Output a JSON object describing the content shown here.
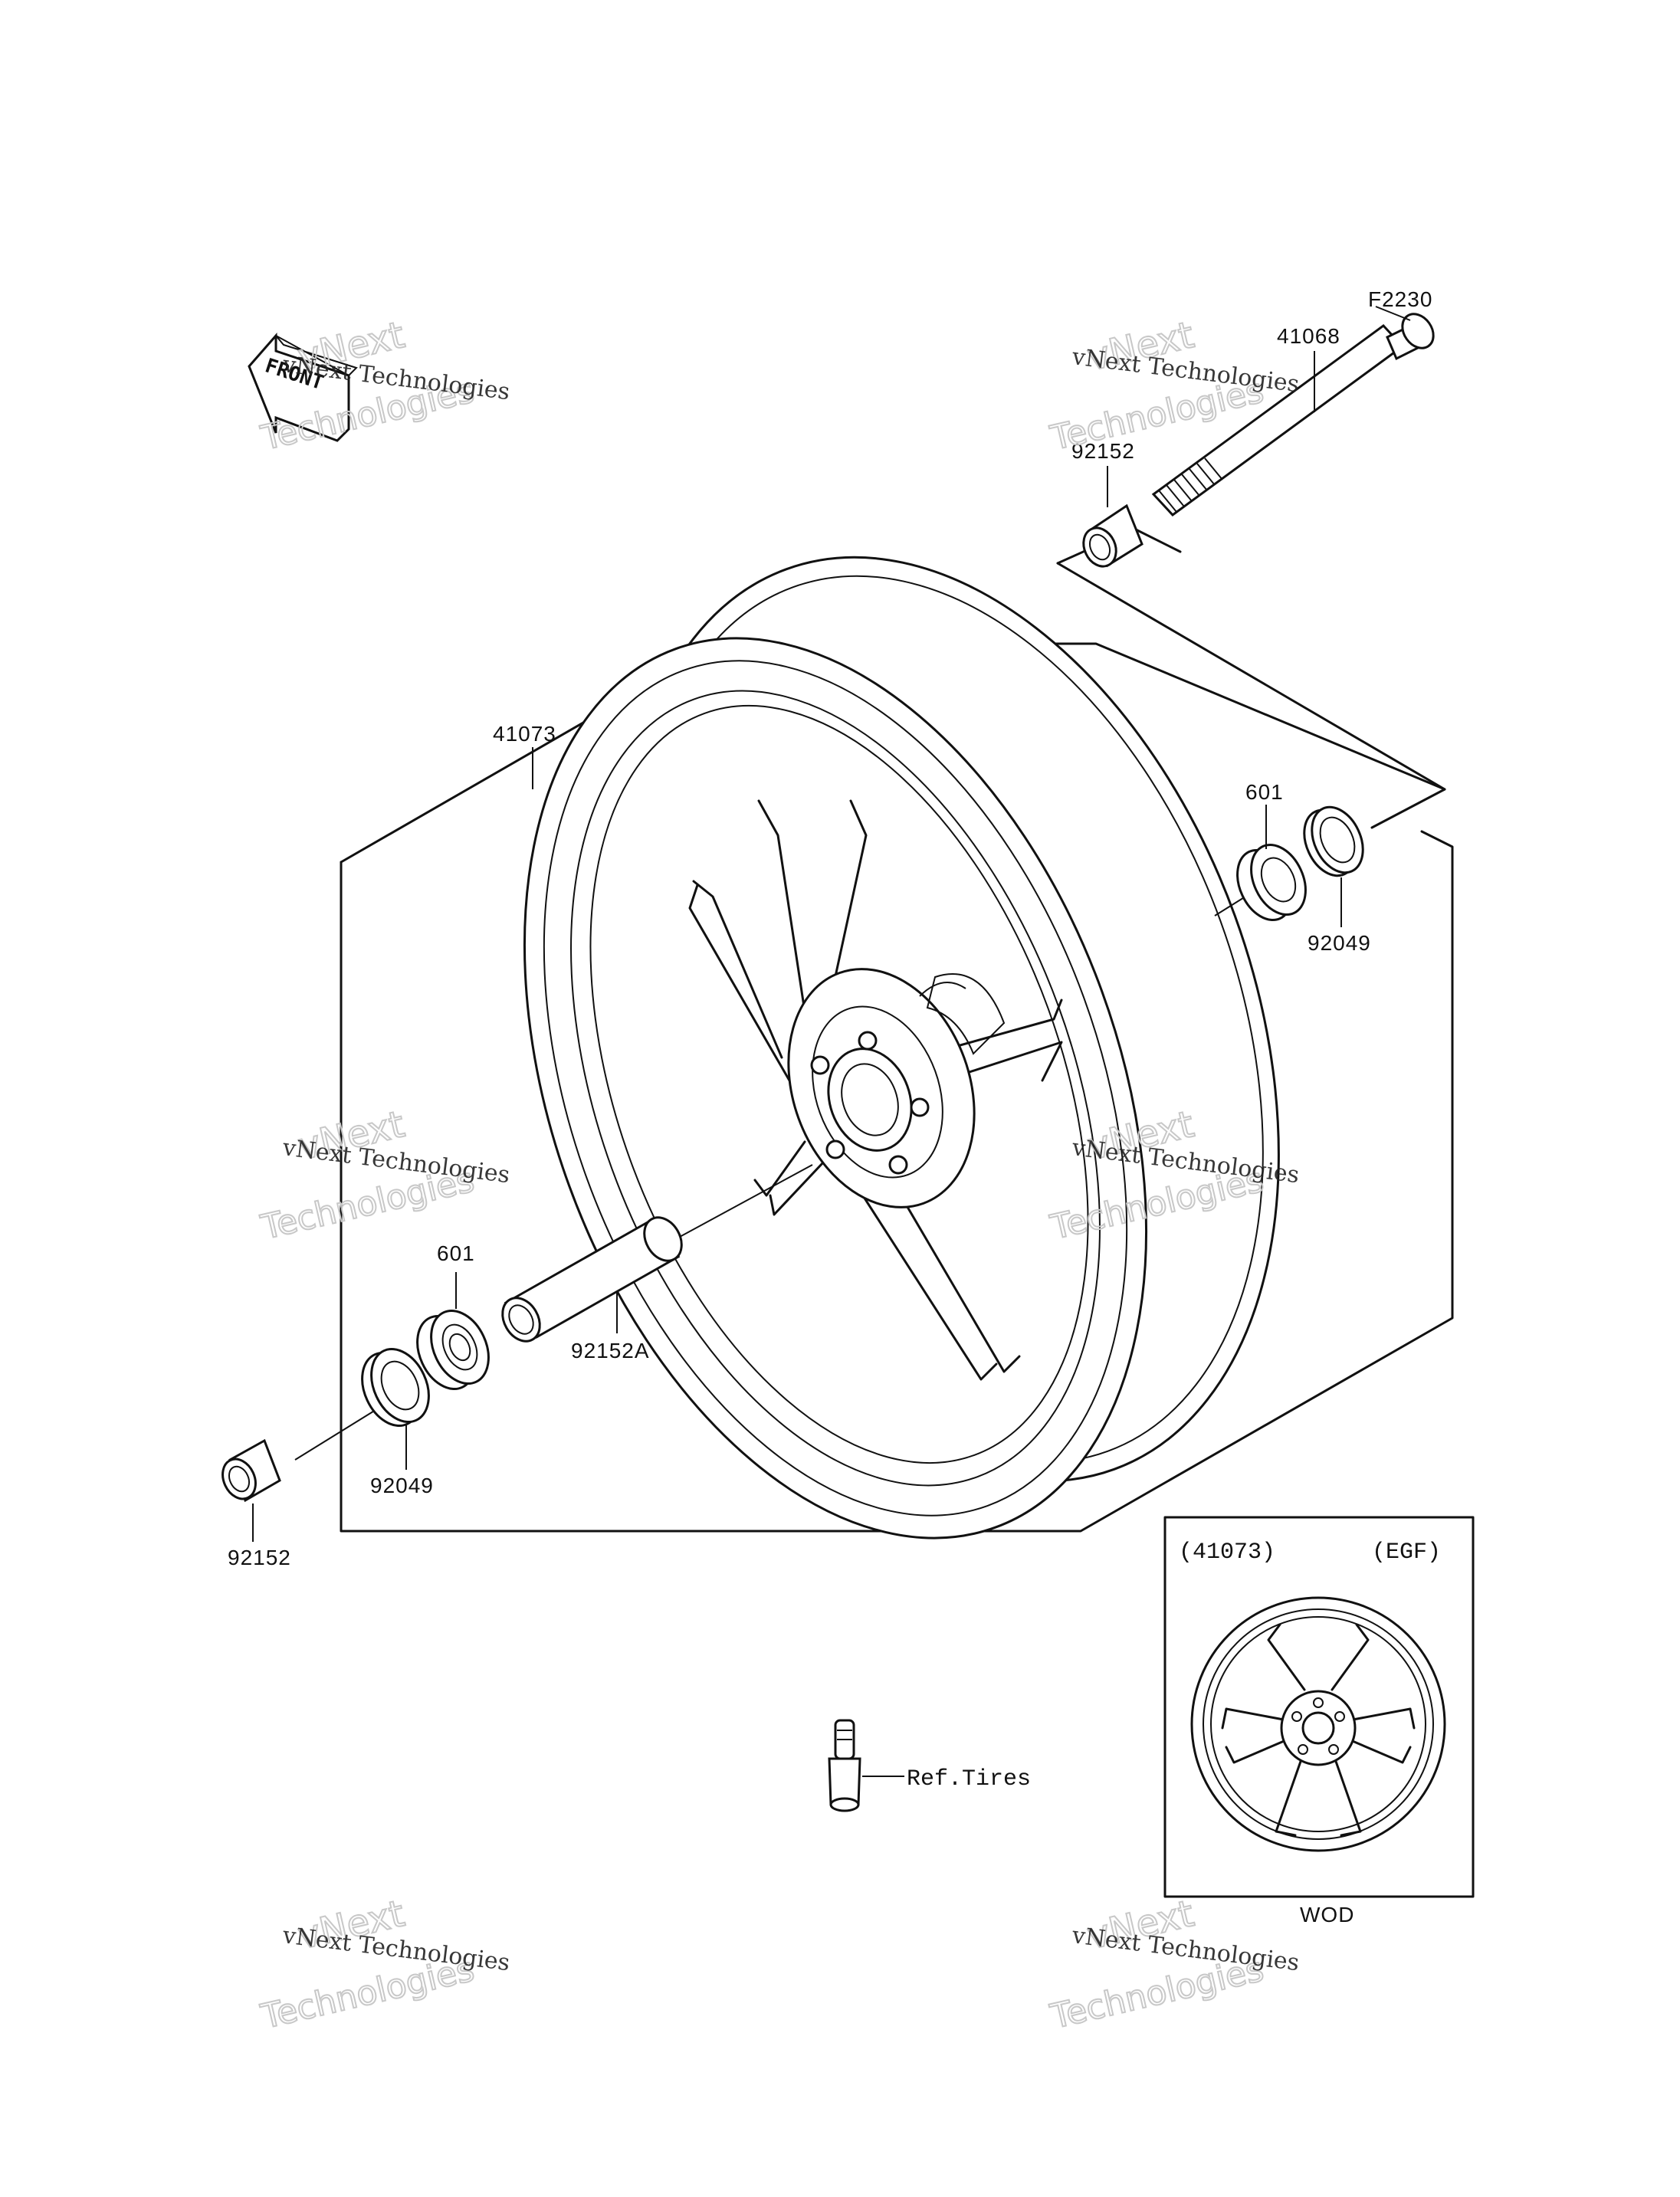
{
  "parts": {
    "p41068": "41068",
    "pF2230": "F2230",
    "p92152_top": "92152",
    "p41073": "41073",
    "p601_right": "601",
    "p92049_right": "92049",
    "p601_left": "601",
    "p92152A": "92152A",
    "p92049_left": "92049",
    "p92152_bottom": "92152",
    "ref_tires": "Ref.Tires"
  },
  "inset": {
    "part": "(41073)",
    "region": "(EGF)",
    "caption": "WOD"
  },
  "front_badge": "FRONT",
  "watermark": {
    "brand": "vNext Technologies",
    "word1": "vNext",
    "word2": "Technologies"
  }
}
